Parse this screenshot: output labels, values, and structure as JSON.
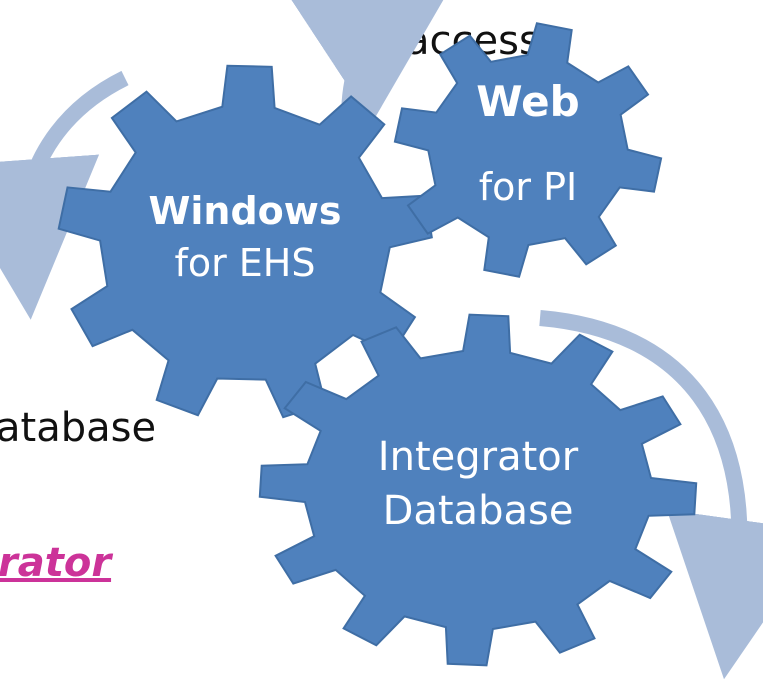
{
  "clipped_text": {
    "line1": "access",
    "line2": "atabase",
    "link": "rator"
  },
  "gears": {
    "windows": {
      "line1": "Windows",
      "line2": "for EHS"
    },
    "web": {
      "line1": "Web",
      "line2": "for PI"
    },
    "integrator": {
      "line1": "Integrator",
      "line2": "Database"
    }
  },
  "colors": {
    "gear_fill": "#4f81bd",
    "gear_stroke": "#3f6ea5",
    "arrow": "#a9bcd9",
    "link": "#cc3399",
    "text": "#111111"
  },
  "icons": [
    "curved-arrow-icon",
    "gear-icon"
  ]
}
